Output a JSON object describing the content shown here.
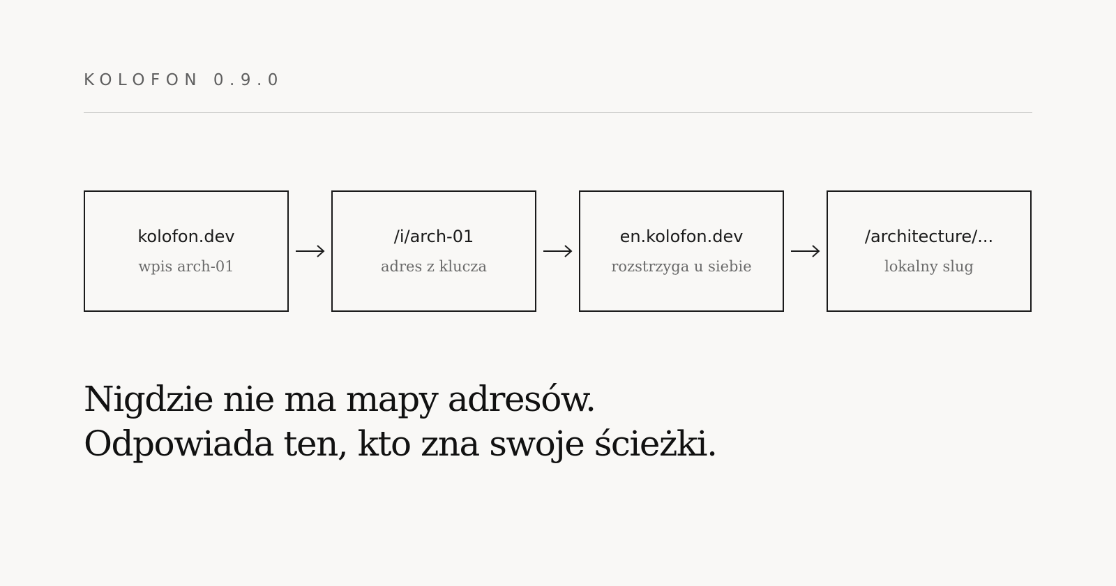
{
  "brand": "KOLOFON 0.9.0",
  "flow": {
    "nodes": [
      {
        "title": "kolofon.dev",
        "subtitle": "wpis arch-01"
      },
      {
        "title": "/i/arch-01",
        "subtitle": "adres z klucza"
      },
      {
        "title": "en.kolofon.dev",
        "subtitle": "rozstrzyga u siebie"
      },
      {
        "title": "/architecture/...",
        "subtitle": "lokalny slug"
      }
    ]
  },
  "headline": {
    "line1": "Nigdzie nie ma mapy adresów.",
    "line2": "Odpowiada ten, kto zna swoje ścieżki."
  },
  "colors": {
    "background": "#f9f8f6",
    "ink": "#111111",
    "muted": "#6a6a6a",
    "rule": "#c9c9c7"
  },
  "icons": {
    "connector": "arrow-right-icon"
  }
}
